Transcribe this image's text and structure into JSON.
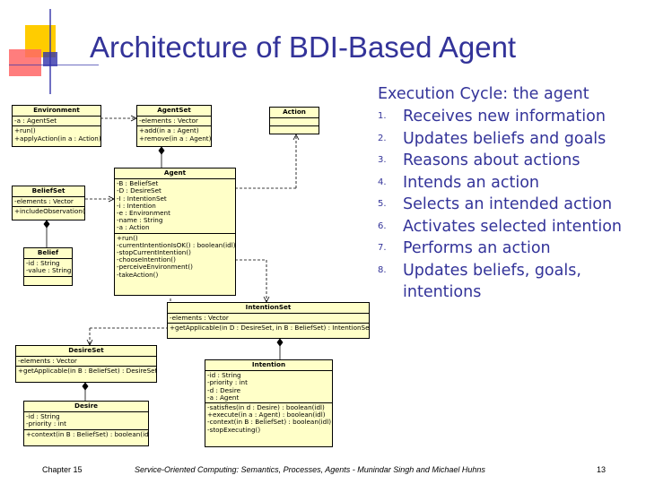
{
  "title": "Architecture of BDI-Based Agent",
  "execution_cycle": {
    "heading": "Execution Cycle: the agent",
    "steps": [
      {
        "num": "1.",
        "text": "Receives new information"
      },
      {
        "num": "2.",
        "text": "Updates beliefs and goals"
      },
      {
        "num": "3.",
        "text": "Reasons about actions"
      },
      {
        "num": "4.",
        "text": "Intends an action"
      },
      {
        "num": "5.",
        "text": "Selects an intended action"
      },
      {
        "num": "6.",
        "text": "Activates selected intention"
      },
      {
        "num": "7.",
        "text": "Performs an action"
      },
      {
        "num": "8.",
        "text": "Updates beliefs, goals, intentions"
      }
    ]
  },
  "classes": {
    "environment": {
      "name": "Environment",
      "attrs": [
        "-a : AgentSet"
      ],
      "ops": [
        "+run()",
        "+applyAction(in a : Action)"
      ]
    },
    "agentset": {
      "name": "AgentSet",
      "attrs": [
        "-elements : Vector"
      ],
      "ops": [
        "+add(in a : Agent)",
        "+remove(in a : Agent)"
      ]
    },
    "action": {
      "name": "Action",
      "attrs": [],
      "ops": []
    },
    "agent": {
      "name": "Agent",
      "attrs": [
        "-B : BeliefSet",
        "-D : DesireSet",
        "-I : IntentionSet",
        "-i : Intention",
        "-e : Environment",
        "-name : String",
        "-a : Action"
      ],
      "ops": [
        "+run()",
        "-currentIntentionIsOK() : boolean(idl)",
        "-stopCurrentIntention()",
        "-chooseIntention()",
        "-perceiveEnvironment()",
        "-takeAction()"
      ]
    },
    "beliefset": {
      "name": "BeliefSet",
      "attrs": [
        "-elements : Vector"
      ],
      "ops": [
        "+includeObservation()"
      ]
    },
    "belief": {
      "name": "Belief",
      "attrs": [
        "-id : String",
        "-value : String"
      ],
      "ops": []
    },
    "intentionset": {
      "name": "IntentionSet",
      "attrs": [
        "-elements : Vector"
      ],
      "ops": [
        "+getApplicable(in D : DesireSet, in B : BeliefSet) : IntentionSet"
      ]
    },
    "desireset": {
      "name": "DesireSet",
      "attrs": [
        "-elements : Vector"
      ],
      "ops": [
        "+getApplicable(in B : BeliefSet) : DesireSet"
      ]
    },
    "intention": {
      "name": "Intention",
      "attrs": [
        "-id : String",
        "-priority : int",
        "-d : Desire",
        "-a : Agent"
      ],
      "ops": [
        "-satisfies(in d : Desire) : boolean(idl)",
        "+execute(in a : Agent) : boolean(idl)",
        "-context(in B : BeliefSet) : boolean(idl)",
        "-stopExecuting()"
      ]
    },
    "desire": {
      "name": "Desire",
      "attrs": [
        "-id : String",
        "-priority : int"
      ],
      "ops": [
        "+context(in B : BeliefSet) : boolean(idl)"
      ]
    }
  },
  "footer": {
    "left": "Chapter 15",
    "center": "Service-Oriented Computing: Semantics, Processes, Agents - Munindar Singh and Michael Huhns",
    "page": "13"
  },
  "colors": {
    "title": "#333399",
    "class_fill": "#ffffc8",
    "deco_yellow": "#ffcc00",
    "deco_red": "#ff6666",
    "deco_blue": "#3333aa"
  }
}
